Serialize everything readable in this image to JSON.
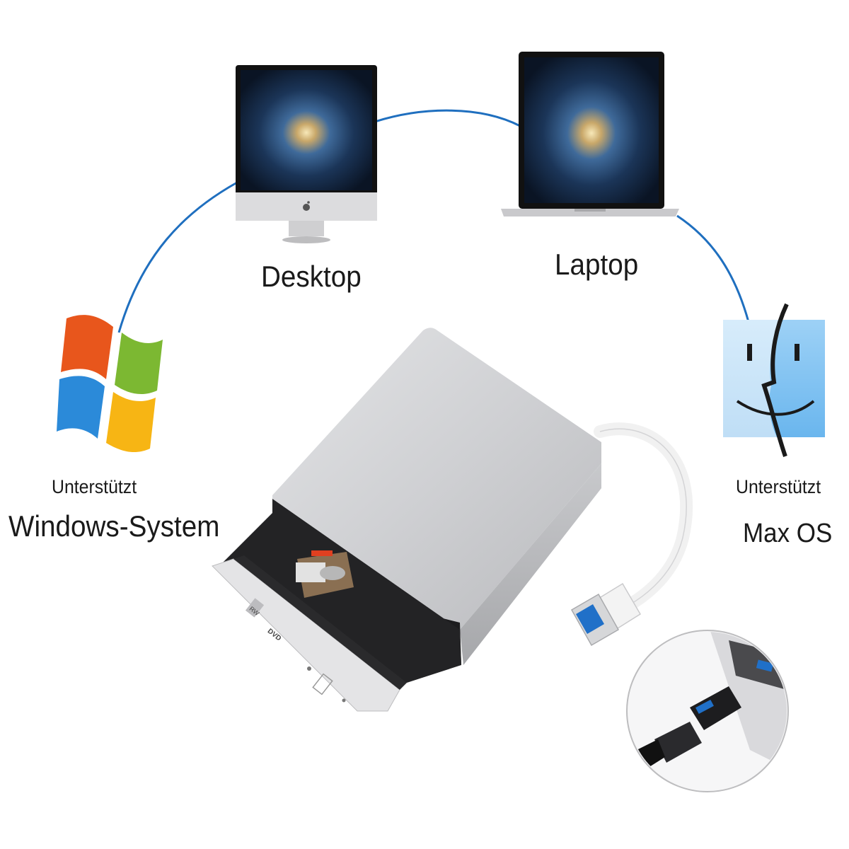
{
  "devices": {
    "desktop_label": "Desktop",
    "laptop_label": "Laptop"
  },
  "windows": {
    "supported_label": "Unterstützt",
    "system_label": "Windows-System"
  },
  "mac": {
    "supported_label": "Unterstützt",
    "system_label": "Max OS"
  },
  "drive": {
    "tray_badge_rw": "RW",
    "tray_badge_dvd": "DVD"
  },
  "colors": {
    "cable": "#1f6fbf",
    "drive_body": "#d2d3d5",
    "finder_blue": "#7fc0f0",
    "background": "#ffffff"
  },
  "icons": [
    "apple-logo-icon",
    "windows-logo-icon",
    "finder-face-icon",
    "usb-plug-icon"
  ]
}
